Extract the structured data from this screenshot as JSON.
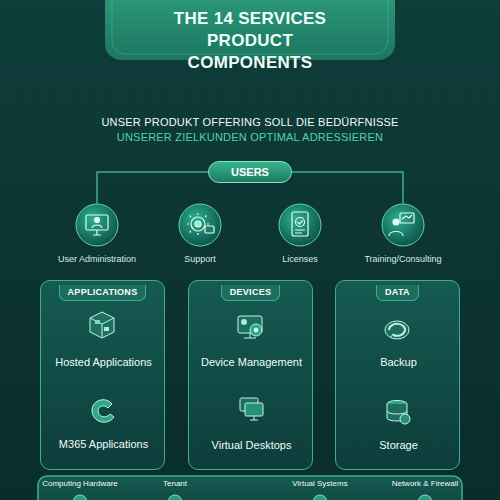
{
  "diagram": {
    "title": "THE 14 SERVICES PRODUCT COMPONENTS",
    "nodes": [
      {
        "text": [
          "USERS"
        ]
      },
      {
        "text": [
          "User Administration"
        ]
      },
      {
        "text": [
          "Support"
        ]
      },
      {
        "text": [
          "Licenses"
        ]
      },
      {
        "text": [
          "Training/Consulting"
        ]
      },
      {
        "text": [
          "APPLICATIONS"
        ]
      },
      {
        "text": [
          "Hosted Applications"
        ],
        "in": 5
      },
      {
        "text": [
          "M365 Applications"
        ],
        "in": 5
      },
      {
        "text": [
          "DEVICES"
        ]
      },
      {
        "text": [
          "Device Management"
        ],
        "in": 8
      },
      {
        "text": [
          "Virtual Desktops"
        ],
        "in": 8
      },
      {
        "text": [
          "DATA"
        ]
      },
      {
        "text": [
          "Backup"
        ],
        "in": 11
      },
      {
        "text": [
          "Storage"
        ],
        "in": 11
      },
      {
        "text": [
          "Computing Hardware"
        ]
      },
      {
        "text": [
          "Tenant"
        ]
      },
      {
        "text": [
          "Virtual Systems"
        ]
      },
      {
        "text": [
          "Network & Firewall"
        ]
      }
    ],
    "edges": [
      {
        "from": 0,
        "to": 1,
        "arrow": "none"
      },
      {
        "from": 0,
        "to": 4,
        "arrow": "none"
      }
    ],
    "labels": [
      "UNSER PRODUKT OFFERING SOLL DIE BEDÜRFNISSE",
      "UNSERER ZIELKUNDEN OPTIMAL ADRESSIEREN"
    ]
  }
}
